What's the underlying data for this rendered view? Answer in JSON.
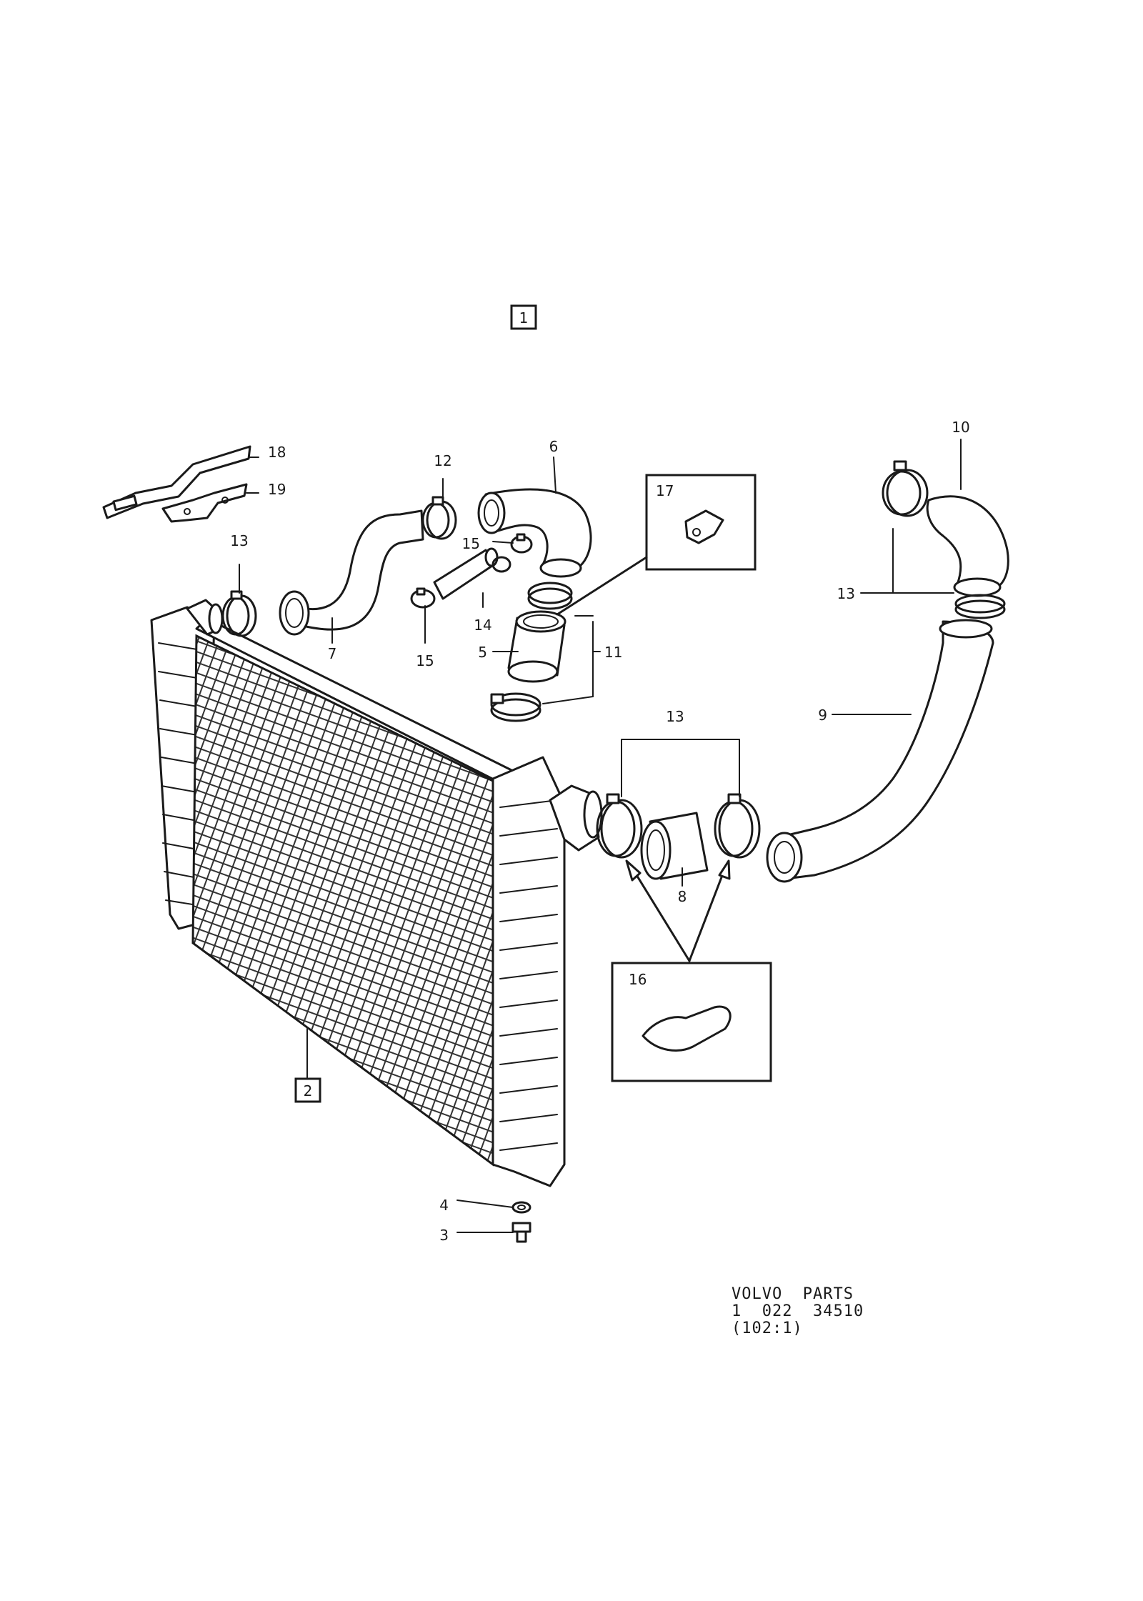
{
  "labels": {
    "l1": "1",
    "l2": "2",
    "l3": "3",
    "l4": "4",
    "l5": "5",
    "l6": "6",
    "l7": "7",
    "l8": "8",
    "l9": "9",
    "l10": "10",
    "l11": "11",
    "l12": "12",
    "l13a": "13",
    "l13b": "13",
    "l13c": "13",
    "l14": "14",
    "l15a": "15",
    "l15b": "15",
    "l16": "16",
    "l17": "17",
    "l18": "18",
    "l19": "19"
  },
  "caption": {
    "line1": "VOLVO  PARTS",
    "line2": "1  022  34510",
    "line3": "(102:1)"
  }
}
